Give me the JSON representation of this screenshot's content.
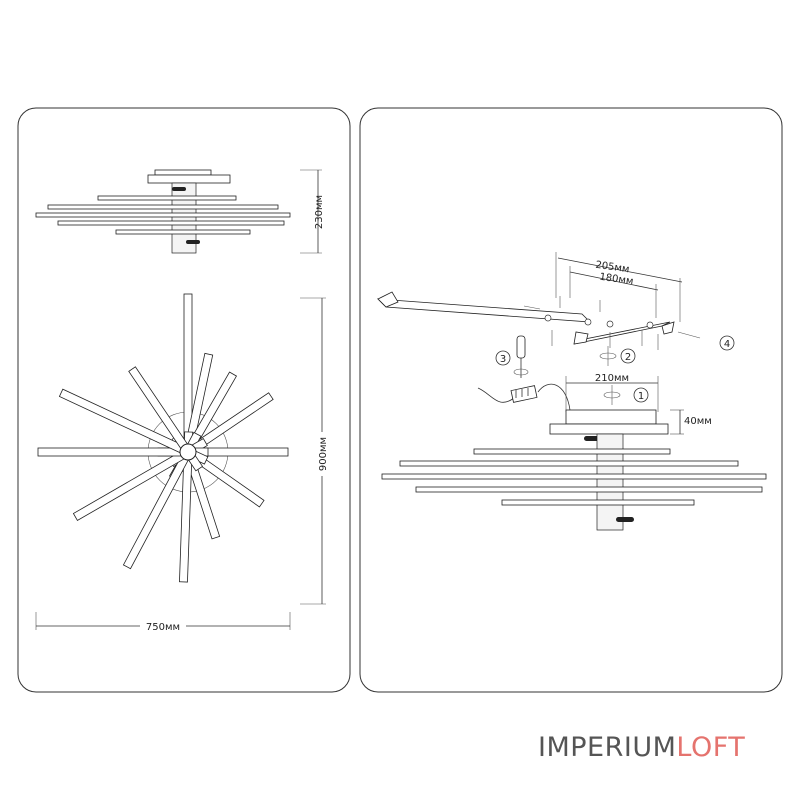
{
  "dimensions": {
    "height_side": "230мм",
    "height_front": "900мм",
    "width_front": "750мм",
    "bracket_outer": "205мм",
    "bracket_inner": "180мм",
    "mount_spacing": "210мм",
    "canopy_height": "40мм"
  },
  "steps": [
    "1",
    "2",
    "3",
    "4"
  ],
  "brand": {
    "part1": "IMPERIUM",
    "part2": "LOFT",
    "part1_color": "#555555",
    "part2_color": "#e5736e"
  }
}
